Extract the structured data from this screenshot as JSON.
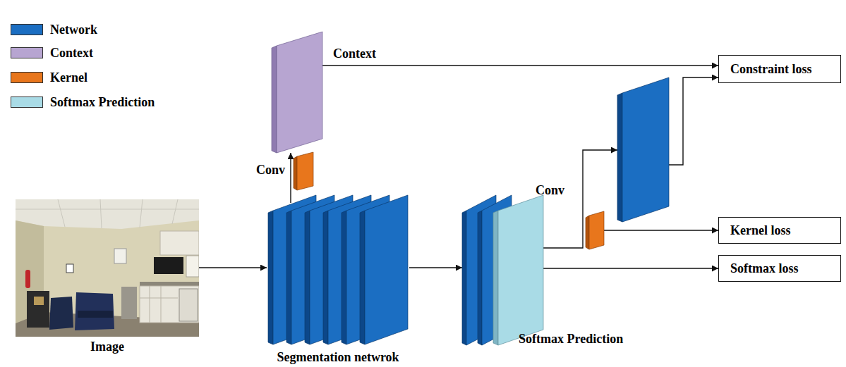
{
  "diagram": {
    "nodes": [
      {
        "text": [
          "Image"
        ]
      },
      {
        "text": [
          "Context"
        ]
      },
      {
        "text": [
          "Conv"
        ]
      },
      {
        "text": [
          "Segmentation netwrok"
        ]
      },
      {
        "text": [
          "Conv"
        ]
      },
      {
        "text": [
          "Softmax Prediction"
        ]
      },
      {
        "text": []
      },
      {
        "text": [
          "Constraint loss"
        ]
      },
      {
        "text": [
          "Kernel loss"
        ]
      },
      {
        "text": [
          "Softmax loss"
        ]
      }
    ],
    "edges": [
      {
        "from": 0,
        "to": 3,
        "arrow": "to"
      },
      {
        "from": 3,
        "to": 1,
        "arrow": "to"
      },
      {
        "from": 1,
        "to": 7,
        "arrow": "to"
      },
      {
        "from": 3,
        "to": 5,
        "arrow": "to"
      },
      {
        "from": 5,
        "to": 6,
        "arrow": "to"
      },
      {
        "from": 6,
        "to": 7,
        "arrow": "to"
      },
      {
        "from": 4,
        "to": 8,
        "arrow": "to"
      },
      {
        "from": 5,
        "to": 9,
        "arrow": "to"
      }
    ],
    "legend": [
      {
        "text": "Network",
        "color": "#1b6ec2"
      },
      {
        "text": "Context",
        "color": "#b7a5d1"
      },
      {
        "text": "Kernel",
        "color": "#e8761c"
      },
      {
        "text": "Softmax Prediction",
        "color": "#a9dbe6"
      }
    ]
  }
}
